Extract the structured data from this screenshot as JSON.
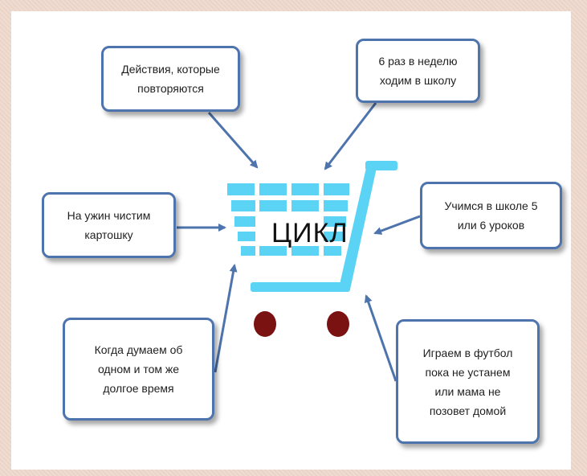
{
  "center_label": "ЦИКЛ",
  "boxes": {
    "top_left": "Действия, которые\nповторяются",
    "top_right": "6 раз в неделю\nходим в школу",
    "mid_left": "На ужин чистим\nкартошку",
    "mid_right": "Учимся в школе  5\nили 6 уроков",
    "bottom_left": "Когда думаем об\nодном и том же\nдолгое время",
    "bottom_right": "Играем в футбол\nпока не устанем\nили мама не\nпозовет домой"
  },
  "colors": {
    "cart": "#5ad3f5",
    "wheels": "#7a1212",
    "arrow": "#4d74ad",
    "box_border": "#4d74ad",
    "background": "#efd8cc"
  },
  "icon": "shopping-cart-icon"
}
